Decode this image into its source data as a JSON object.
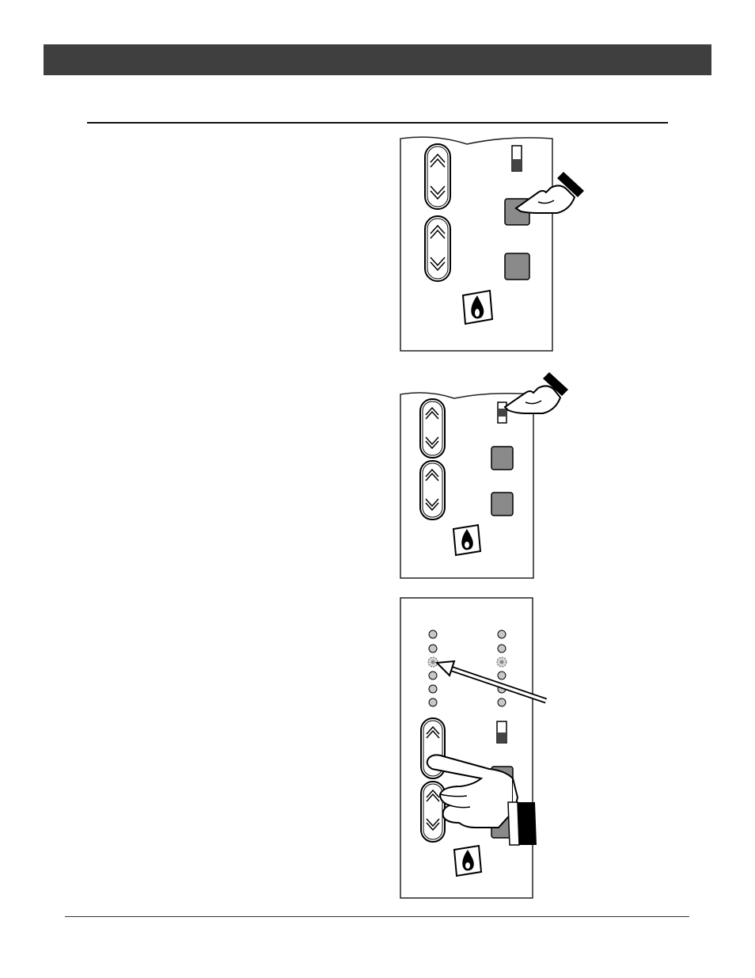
{
  "document": {
    "header": {
      "title": ""
    },
    "figures": [
      {
        "id": "figure-1",
        "depicts": "remote-panel-press-button",
        "icons": [
          "up-chevron-icon",
          "down-chevron-icon",
          "slide-switch-icon",
          "square-button-icon",
          "flame-logo-icon",
          "pointing-hand-icon"
        ]
      },
      {
        "id": "figure-2",
        "depicts": "remote-panel-press-switch",
        "icons": [
          "up-chevron-icon",
          "down-chevron-icon",
          "slide-switch-icon",
          "square-button-icon",
          "flame-logo-icon",
          "pointing-hand-icon"
        ]
      },
      {
        "id": "figure-3",
        "depicts": "remote-panel-level-indicator",
        "icons": [
          "indicator-led-icon",
          "active-led-icon",
          "arrow-icon",
          "up-chevron-icon",
          "down-chevron-icon",
          "slide-switch-icon",
          "flame-logo-icon",
          "pointing-hand-icon"
        ]
      }
    ]
  },
  "colors": {
    "header_bar": "#3f3f3f",
    "button_fill": "#8a8a8a",
    "led_fill": "#c8c8c8",
    "panel_border": "#222222"
  }
}
